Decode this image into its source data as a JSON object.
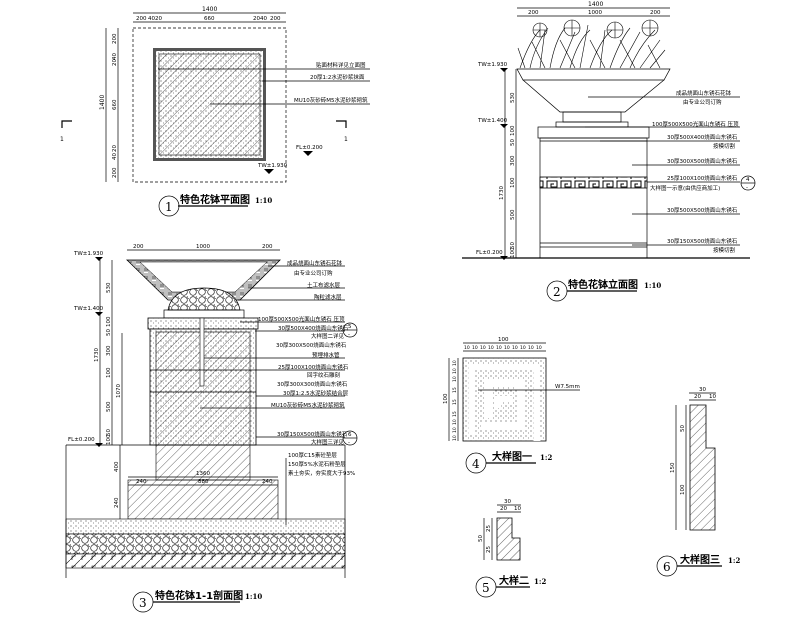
{
  "view1": {
    "title": "特色花钵平面图",
    "scale": "1:10",
    "number": "1",
    "dims_top_total": "1400",
    "dims_top": [
      "200",
      "40",
      "20",
      "660",
      "20",
      "40",
      "200"
    ],
    "dims_left_total": "1400",
    "dims_left": [
      "200",
      "40",
      "20",
      "660",
      "20",
      "40",
      "200"
    ],
    "labels": [
      "贴面材料详见立面图",
      "20厚1:2水泥砂浆抹面",
      "MU10灰砂砖M5水泥砂浆砌筑"
    ],
    "section_mark": "1",
    "elev_fl": "FL±0.200",
    "elev_tw": "TW±1.930"
  },
  "view2": {
    "title": "特色花钵立面图",
    "scale": "1:10",
    "number": "2",
    "dims_top_total": "1400",
    "dims_top": [
      "200",
      "1000",
      "200"
    ],
    "elev": [
      "TW±1.930",
      "TW±1.400",
      "FL±0.200"
    ],
    "dims_left": [
      "530",
      "1730",
      "100",
      "50",
      "300",
      "100",
      "500",
      "50",
      "100"
    ],
    "labels": [
      "成品烧面山东锈石花钵",
      "由专业公司订购",
      "100厚500X500光面山东锈石 压顶",
      "30厚500X400烧面山东锈石",
      "按模切割",
      "30厚300X500烧面山东锈石",
      "25厚100X100烧面山东锈石",
      "大样图一示意(由供应商加工)",
      "30厚500X500烧面山东锈石",
      "30厚150X500烧面山东锈石",
      "按模切割"
    ],
    "detail_ref": "4",
    "detail_ref_sub": "-"
  },
  "view3": {
    "title": "特色花钵1-1剖面图",
    "scale": "1:10",
    "number": "3",
    "dims_top": [
      "200",
      "1000",
      "200"
    ],
    "elev": [
      "TW±1.930",
      "TW±1.400",
      "FL±0.200"
    ],
    "dims_left": [
      "530",
      "1730",
      "100",
      "50",
      "300",
      "100",
      "500",
      "1070",
      "50",
      "100",
      "400",
      "240"
    ],
    "dims_bottom": [
      "1360",
      "240",
      "880",
      "240"
    ],
    "labels": [
      "成品烧面山东锈石花钵",
      "由专业公司订购",
      "土工布滤水层",
      "陶粒滤水层",
      "100厚500X500光面山东锈石 压顶",
      "30厚500X400烧面山东锈石",
      "大样图二详见",
      "30厚300X500烧面山东锈石",
      "预埋排水管",
      "25厚100X100烧面山东锈石",
      "回字纹石雕刻",
      "30厚300X300烧面山东锈石",
      "30厚1:2.5水泥砂浆结合层",
      "MU10灰砂砖M5水泥砂浆砌筑",
      "30厚150X500烧面山东锈石",
      "大样图三详见",
      "100厚C15素砼垫层",
      "150厚5%水泥石粉垫层",
      "素土夯实，夯实度大于93%"
    ],
    "refs": [
      {
        "num": "5",
        "sub": "-"
      },
      {
        "num": "6",
        "sub": "-"
      }
    ]
  },
  "view4": {
    "title": "大样图一",
    "scale": "1:2",
    "number": "4",
    "dims_top_total": "100",
    "dims_top": [
      "10",
      "10",
      "10",
      "10",
      "10",
      "10",
      "10",
      "10",
      "10",
      "10"
    ],
    "dims_left_total": "100",
    "dims_left": [
      "10",
      "10",
      "10",
      "15",
      "15",
      "15",
      "10",
      "10",
      "10"
    ],
    "label": "W7.5mm"
  },
  "view5": {
    "title": "大样二",
    "scale": "1:2",
    "number": "5",
    "dims_top_total": "30",
    "dims_top": [
      "20",
      "10"
    ],
    "dims_left_total": "50",
    "dims_left": [
      "25",
      "25"
    ]
  },
  "view6": {
    "title": "大样图三",
    "scale": "1:2",
    "number": "6",
    "dims_top_total": "30",
    "dims_top": [
      "20",
      "10"
    ],
    "dims_left_total": "150",
    "dims_left": [
      "50",
      "100"
    ]
  }
}
